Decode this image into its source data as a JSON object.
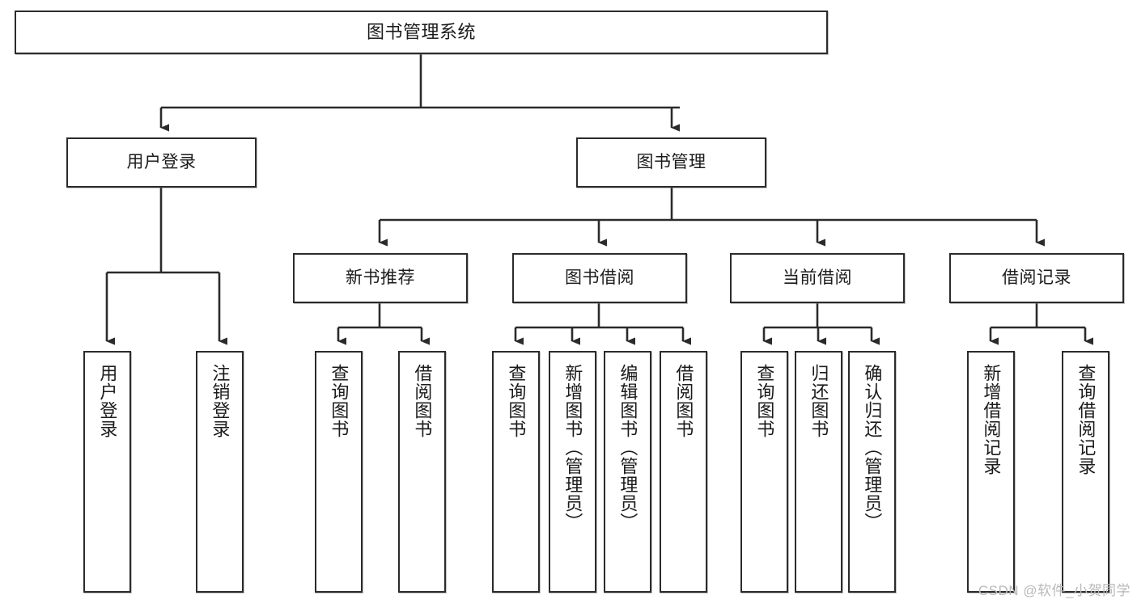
{
  "diagram": {
    "title": "图书管理系统",
    "type": "hierarchy-tree",
    "orientation": "top-down",
    "colors": {
      "box_border": "#2b2b2b",
      "box_fill": "#ffffff",
      "edge": "#2b2b2b",
      "text": "#1b1b1b",
      "watermark": "#b9b9b9"
    },
    "levels": [
      {
        "level": 1,
        "nodes": [
          {
            "id": "root",
            "label": "图书管理系统"
          }
        ]
      },
      {
        "level": 2,
        "nodes": [
          {
            "id": "login",
            "label": "用户登录"
          },
          {
            "id": "bookmgmt",
            "label": "图书管理"
          }
        ]
      },
      {
        "level": 3,
        "nodes": [
          {
            "id": "newbook",
            "label": "新书推荐"
          },
          {
            "id": "borrow",
            "label": "图书借阅"
          },
          {
            "id": "current",
            "label": "当前借阅"
          },
          {
            "id": "records",
            "label": "借阅记录"
          }
        ]
      },
      {
        "level": 4,
        "nodes": [
          {
            "id": "leaf1",
            "label": "用户登录",
            "parent": "login"
          },
          {
            "id": "leaf2",
            "label": "注销登录",
            "parent": "login"
          },
          {
            "id": "leaf3",
            "label": "查询图书",
            "parent": "newbook"
          },
          {
            "id": "leaf4",
            "label": "借阅图书",
            "parent": "newbook"
          },
          {
            "id": "leaf5",
            "label": "查询图书",
            "parent": "borrow"
          },
          {
            "id": "leaf6",
            "label": "新增图书（管理员）",
            "parent": "borrow"
          },
          {
            "id": "leaf7",
            "label": "编辑图书（管理员）",
            "parent": "borrow"
          },
          {
            "id": "leaf8",
            "label": "借阅图书",
            "parent": "borrow"
          },
          {
            "id": "leaf9",
            "label": "查询图书",
            "parent": "current"
          },
          {
            "id": "leaf10",
            "label": "归还图书",
            "parent": "current"
          },
          {
            "id": "leaf11",
            "label": "确认归还（管理员）",
            "parent": "current"
          },
          {
            "id": "leaf12",
            "label": "新增借阅记录",
            "parent": "records"
          },
          {
            "id": "leaf13",
            "label": "查询借阅记录",
            "parent": "records"
          }
        ]
      }
    ]
  },
  "watermark": {
    "text": "CSDN @软件_小贺同学"
  }
}
